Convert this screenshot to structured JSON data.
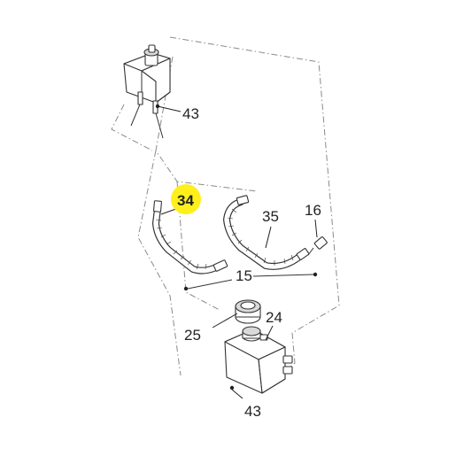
{
  "callouts": [
    {
      "id": "43-top",
      "number": "43"
    },
    {
      "id": "34",
      "number": "34"
    },
    {
      "id": "35",
      "number": "35"
    },
    {
      "id": "16",
      "number": "16"
    },
    {
      "id": "15",
      "number": "15"
    },
    {
      "id": "25",
      "number": "25"
    },
    {
      "id": "24",
      "number": "24"
    },
    {
      "id": "43-bottom",
      "number": "43"
    }
  ],
  "highlight": {
    "callout": "34",
    "color": "#ffef1a"
  },
  "colors": {
    "line": "#333333",
    "dash": "#8a8a8a",
    "fill": "#ffffff"
  }
}
